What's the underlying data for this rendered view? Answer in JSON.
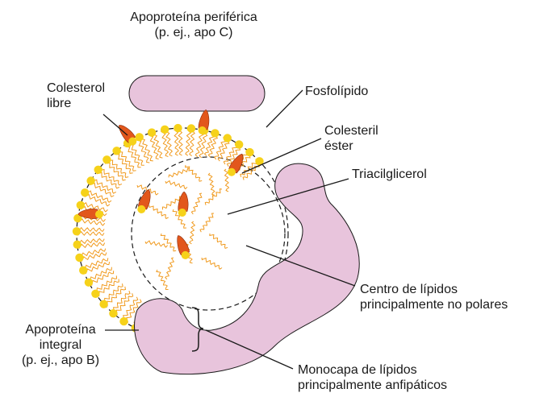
{
  "diagram": {
    "labels": {
      "peripheral_apo_line1": "Apoproteína periférica",
      "peripheral_apo_line2": "(p. ej., apo C)",
      "free_cholesterol_line1": "Colesterol",
      "free_cholesterol_line2": "libre",
      "phospholipid": "Fosfolípido",
      "cholesteryl_ester_line1": "Colesteril",
      "cholesteryl_ester_line2": "éster",
      "triacylglycerol": "Triacilglicerol",
      "core_line1": "Centro de lípidos",
      "core_line2": "principalmente no polares",
      "monolayer_line1": "Monocapa de lípidos",
      "monolayer_line2": "principalmente anfipáticos",
      "integral_apo_line1": "Apoproteína",
      "integral_apo_line2": "integral",
      "integral_apo_line3": "(p. ej., apo B)"
    },
    "colors": {
      "apoprotein": "#e8c4dc",
      "phospholipid_head": "#f6d21a",
      "lipid_tail": "#f09a1e",
      "cholesterol": "#e2571c",
      "line": "#1a1a1a"
    }
  }
}
